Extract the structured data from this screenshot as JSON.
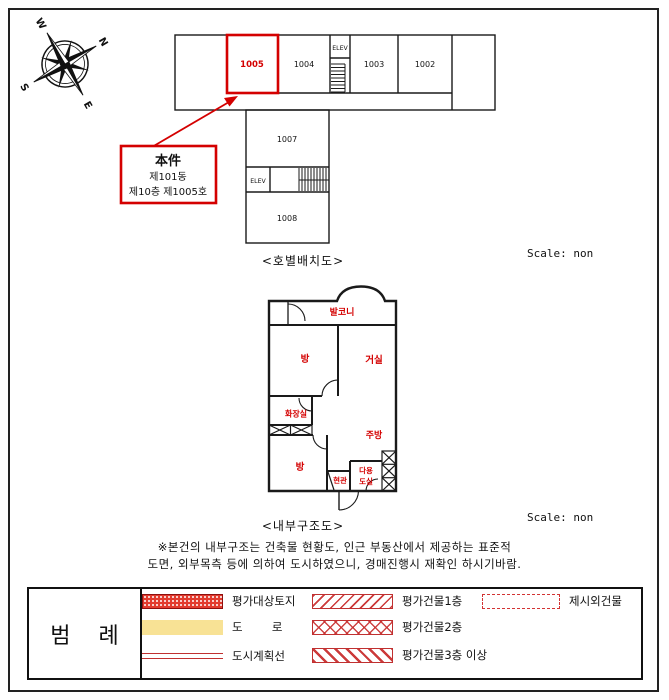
{
  "colors": {
    "accent_red": "#d40000",
    "wall_black": "#1a1a1a",
    "road_yellow": "#f8e295",
    "legend_red": "#c03030"
  },
  "compass": {
    "n": "N",
    "e": "E",
    "s": "S",
    "w": "W"
  },
  "unit_layout": {
    "caption": "<호별배치도>",
    "scale": "Scale: non",
    "units": {
      "u1005": "1005",
      "u1004": "1004",
      "u1003": "1003",
      "u1002": "1002",
      "u1007": "1007",
      "u1008": "1008"
    },
    "elev_main": "ELEV",
    "elev_wing": "ELEV",
    "callout": {
      "title": "本件",
      "line1": "제101동",
      "line2": "제10층  제1005호"
    }
  },
  "floor_plan": {
    "caption": "<내부구조도>",
    "scale": "Scale: non",
    "rooms": {
      "balcony": "발코니",
      "room_upper": "방",
      "living": "거실",
      "bathroom": "화장실",
      "kitchen": "주방",
      "room_lower": "방",
      "entrance": "현관",
      "utility_line1": "다용",
      "utility_line2": "도실"
    }
  },
  "note": {
    "line1": "※본건의 내부구조는 건축물 현황도, 인근 부동산에서 제공하는 표준적",
    "line2": "도면, 외부목측 등에 의하여 도시하였으니, 경매진행시 재확인 하시기바람."
  },
  "legend": {
    "title": "범    례",
    "items": [
      {
        "label": "평가대상토지"
      },
      {
        "label": "도        로"
      },
      {
        "label": "도시계획선"
      },
      {
        "label": "평가건물1층"
      },
      {
        "label": "평가건물2층"
      },
      {
        "label": "평가건물3층 이상"
      },
      {
        "label": "제시외건물"
      }
    ]
  }
}
